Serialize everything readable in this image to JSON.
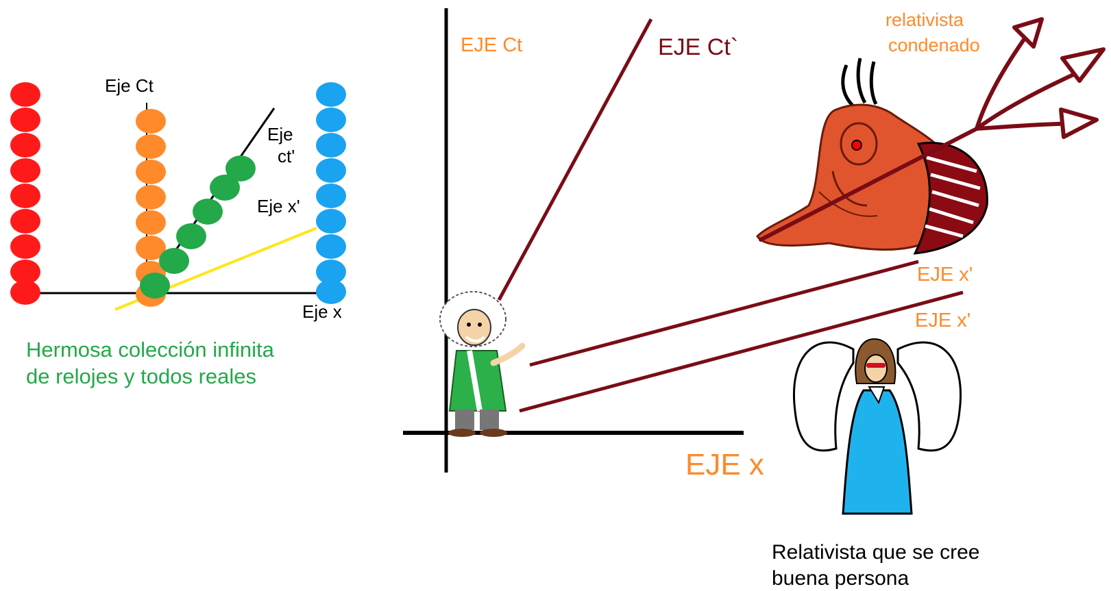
{
  "colors": {
    "black": "#000000",
    "red": "#ff1a1a",
    "orange": "#ff8a2b",
    "green": "#23a84a",
    "blue": "#1aa3f0",
    "yellow": "#ffe51a",
    "maroon": "#7a0c16",
    "label_orange": "#ff8a2b",
    "caption_green": "#23a84a",
    "devil_skin": "#e0552e",
    "angel_robe": "#1fb3ee",
    "wing": "#ffffff"
  },
  "left_diagram": {
    "labels": {
      "ct_axis": "Eje Ct",
      "ct_prime_line1": "Eje",
      "ct_prime_line2": "ct'",
      "x_prime": "Eje x'",
      "x_axis": "Eje x"
    },
    "caption_line1": "Hermosa colección infinita",
    "caption_line2": "de relojes y todos reales"
  },
  "right_diagram": {
    "labels": {
      "ct_axis": "EJE Ct",
      "ct_prime": "EJE Ct`",
      "x_prime_upper": "EJE x'",
      "x_prime_lower": "EJE x'",
      "x_axis": "EJE x",
      "devil_line1": "relativista",
      "devil_line2": "condenado"
    },
    "angel_caption_line1": "Relativista que se cree",
    "angel_caption_line2": "buena persona",
    "icons": [
      "scientist-figure-icon",
      "devil-figure-icon",
      "angel-figure-icon",
      "trident-icon"
    ]
  }
}
